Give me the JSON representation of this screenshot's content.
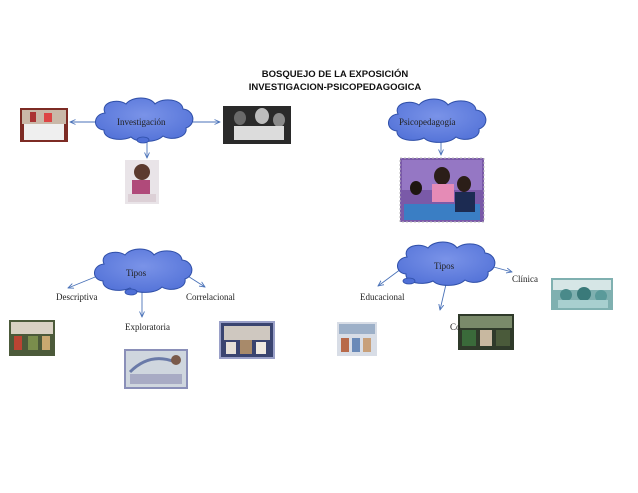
{
  "title": {
    "line1": "BOSQUEJO DE LA EXPOSICIÓN",
    "line2": "INVESTIGACION-PSICOPEDAGOGICA"
  },
  "clouds": {
    "investigacion": "Investigación",
    "psicopedagogia": "Psicopedagogía",
    "tipos_left": "Tipos",
    "tipos_right": "Tipos"
  },
  "labels": {
    "descriptiva": "Descriptiva",
    "exploratoria": "Exploratoria",
    "correlacional": "Correlacional",
    "educacional": "Educacional",
    "clinica": "Clínica",
    "co_partial": "Co"
  },
  "colors": {
    "cloud_fill": "#4f6fd6",
    "cloud_stroke": "#2f4fa8",
    "arrow": "#4a72b8"
  }
}
